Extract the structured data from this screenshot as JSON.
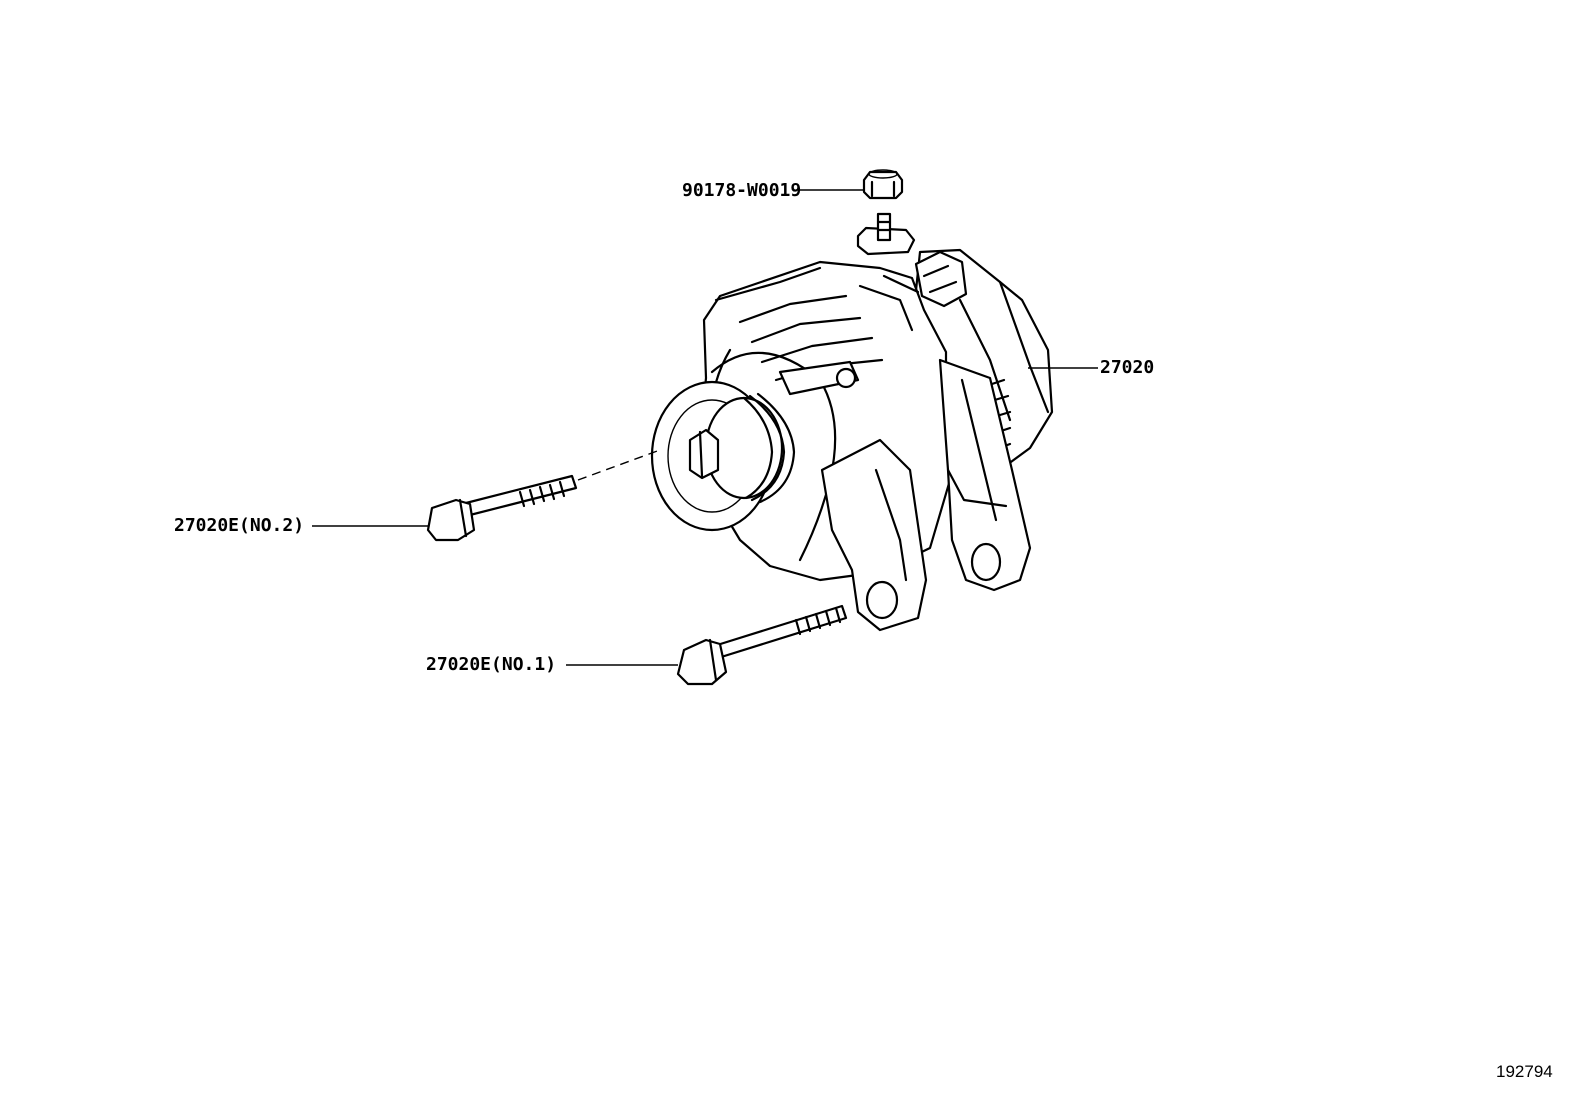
{
  "parts": {
    "nut_label": "90178-W0019",
    "alternator_label": "27020",
    "bolt_no2_label": "27020E(NO.2)",
    "bolt_no1_label": "27020E(NO.1)"
  },
  "diagram_id": "192794"
}
